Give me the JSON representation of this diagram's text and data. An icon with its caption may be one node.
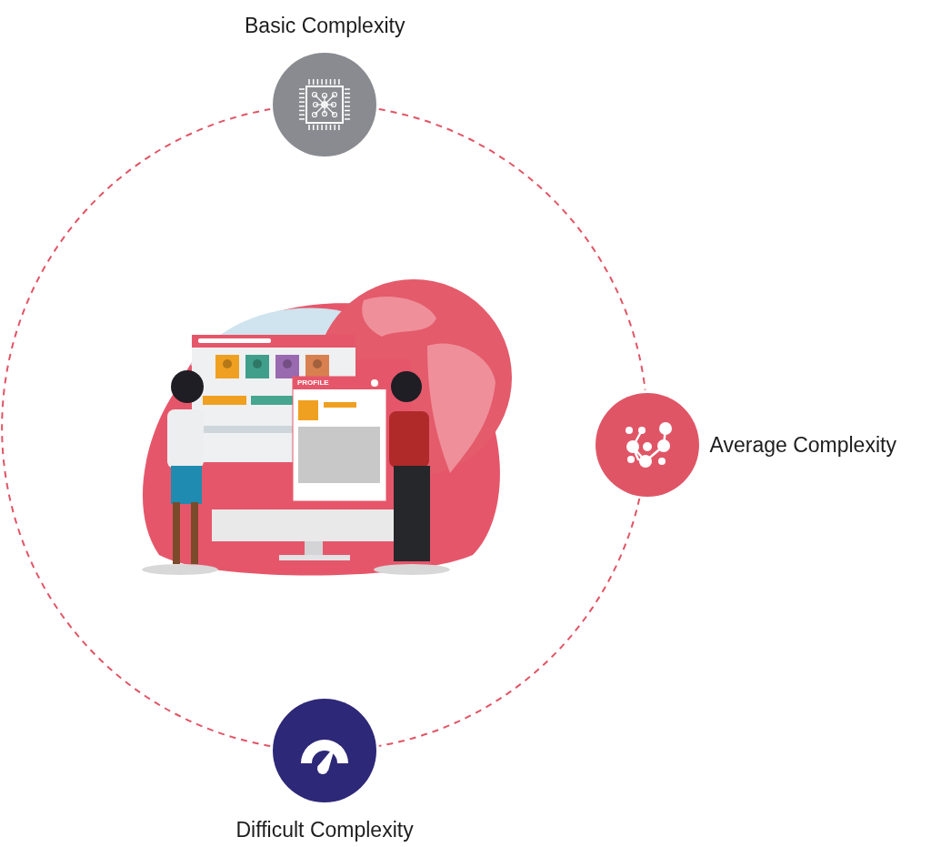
{
  "diagram": {
    "nodes": [
      {
        "text": [
          "Basic Complexity"
        ]
      },
      {
        "text": [
          "Average Complexity"
        ]
      },
      {
        "text": [
          "Difficult Complexity"
        ]
      }
    ],
    "edges": [
      {
        "from": 0,
        "to": 1,
        "arrow": "none",
        "style": "dashed"
      },
      {
        "from": 1,
        "to": 2,
        "arrow": "none",
        "style": "dashed"
      },
      {
        "from": 2,
        "to": 0,
        "arrow": "none",
        "style": "dashed"
      }
    ],
    "labels": [
      "PROFILE"
    ]
  }
}
